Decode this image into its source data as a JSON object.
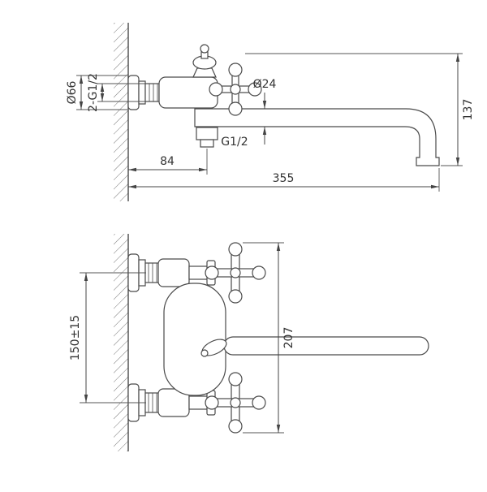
{
  "drawing_type": "faucet-installation-dimension-drawing",
  "colors": {
    "background": "#ffffff",
    "geometry_line": "#4a4a4a",
    "dimension_line": "#444444",
    "text": "#333333",
    "hatch": "#777777"
  },
  "top_view": {
    "labels": {
      "flange_diameter": "Ø66",
      "wall_thread": "2-G1/2",
      "spout_diameter": "Ø24",
      "outlet_thread": "G1/2",
      "wall_to_outlet": "84",
      "spout_reach": "355",
      "drop_height": "137"
    }
  },
  "front_view": {
    "labels": {
      "inlet_center_distance": "150±15",
      "overall_height": "207"
    }
  }
}
